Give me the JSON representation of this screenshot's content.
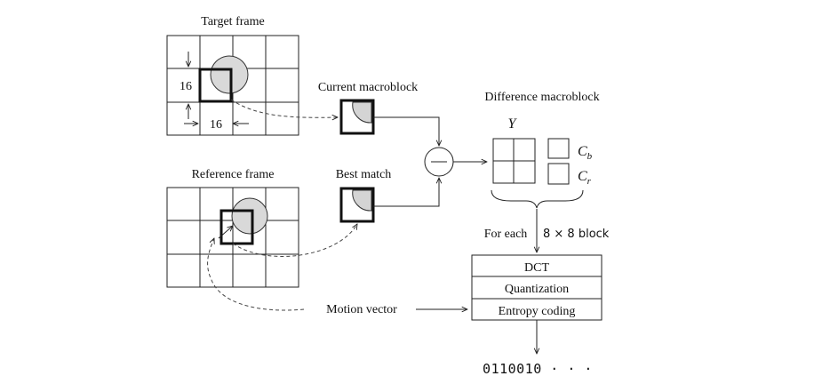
{
  "labels": {
    "target_frame": "Target frame",
    "reference_frame": "Reference frame",
    "current_macroblock": "Current macroblock",
    "best_match": "Best match",
    "difference_macroblock": "Difference macroblock",
    "dim_vertical": "16",
    "dim_horizontal": "16",
    "y": "Y",
    "cb_main": "C",
    "cb_sub": "b",
    "cr_main": "C",
    "cr_sub": "r",
    "for_each": "For each",
    "block_size": "8 × 8 block",
    "motion_vector": "Motion vector",
    "output_bits": "0110010 · · ·"
  },
  "pipeline": {
    "dct": "DCT",
    "quantization": "Quantization",
    "entropy_coding": "Entropy coding"
  },
  "subtract_symbol": "—"
}
